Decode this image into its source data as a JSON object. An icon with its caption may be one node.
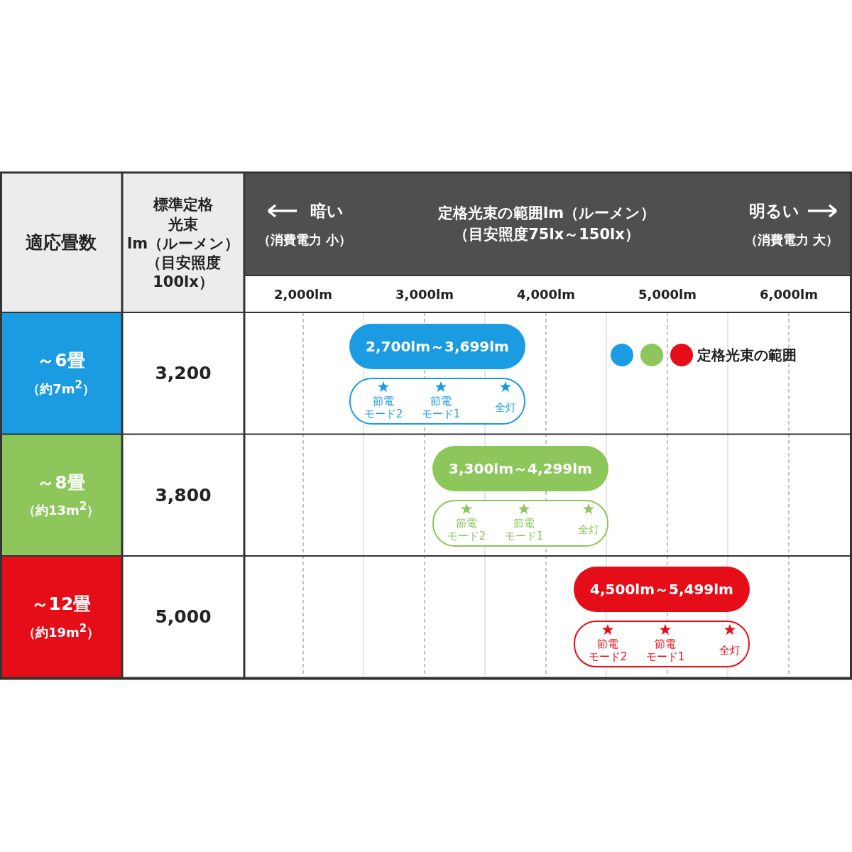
{
  "diagram": {
    "nodes": [
      {
        "text": [
          "2,700lm～3,699lm"
        ]
      },
      {
        "text": [
          "節電モード2",
          "節電モード1",
          "全灯"
        ]
      },
      {
        "text": [
          "3,300lm～4,299lm"
        ]
      },
      {
        "text": [
          "節電モード2",
          "節電モード1",
          "全灯"
        ]
      },
      {
        "text": [
          "4,500lm～5,499lm"
        ]
      },
      {
        "text": [
          "節電モード2",
          "節電モード1",
          "全灯"
        ]
      }
    ],
    "edges": [],
    "labels": [
      "適応畳数",
      "標準定格光束lm（ルーメン）（目安照度100lx）",
      "暗い",
      "（消費電力 小）",
      "定格光束の範囲lm（ルーメン）（目安照度75lx～150lx）",
      "明るい",
      "（消費電力 大）",
      "2,000lm",
      "3,000lm",
      "4,000lm",
      "5,000lm",
      "6,000lm",
      "～6畳",
      "（約7m$^{2}$）",
      "3,200",
      "～8畳",
      "（約13m$^{2}$）",
      "3,800",
      "～12畳",
      "（約19m$^{2}$）",
      "5,000"
    ],
    "legend": [
      {
        "text": "定格光束の範囲"
      }
    ]
  }
}
